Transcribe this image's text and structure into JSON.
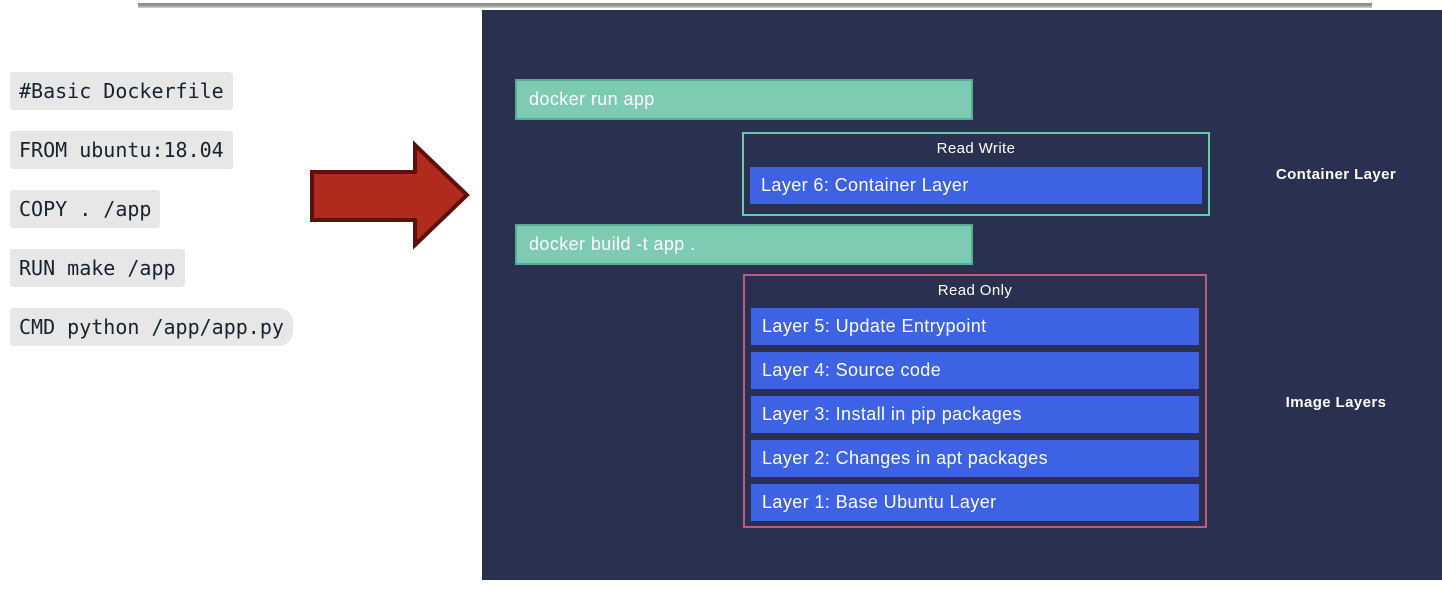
{
  "dockerfile": {
    "lines": [
      "#Basic Dockerfile",
      "FROM ubuntu:18.04",
      "COPY . /app",
      "RUN make /app",
      "CMD python /app/app.py"
    ]
  },
  "diagram": {
    "run_command": "docker run app",
    "build_command": "docker build -t app .",
    "container_box": {
      "title": "Read Write",
      "layers": [
        "Layer 6: Container Layer"
      ],
      "side_label": "Container Layer"
    },
    "image_box": {
      "title": "Read Only",
      "layers": [
        "Layer 5: Update Entrypoint",
        "Layer 4: Source code",
        "Layer 3: Install in pip packages",
        "Layer 2: Changes in apt packages",
        "Layer 1: Base Ubuntu Layer"
      ],
      "side_label": "Image Layers"
    }
  },
  "colors": {
    "panel_bg": "#2a3150",
    "bar_green": "#7ecbb4",
    "bar_green_border": "#58ab93",
    "bar_blue": "#3d63e4",
    "rw_border": "#6ac7ad",
    "ro_border": "#bc5b7e",
    "arrow_fill": "#b02b1e",
    "arrow_stroke": "#5e100b",
    "code_bg": "#e7e7e7",
    "code_text": "#18222e",
    "text_light": "#ffffff",
    "top_line": "#9b9b9b"
  }
}
